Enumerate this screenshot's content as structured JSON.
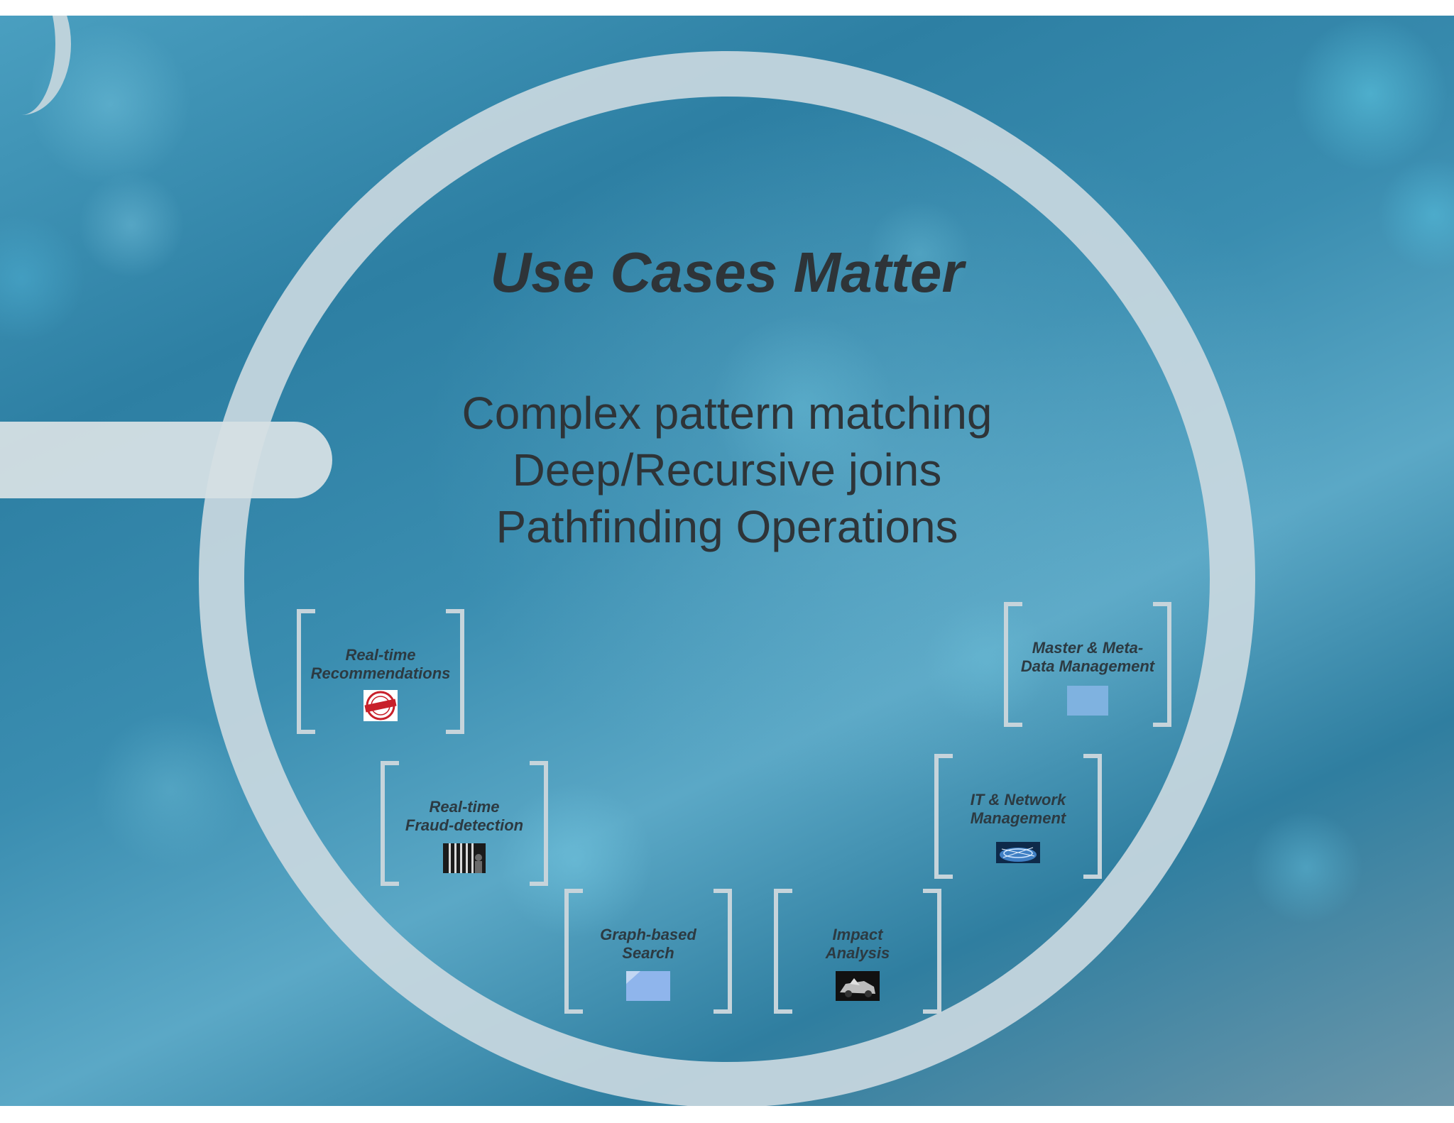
{
  "slide": {
    "title": "Use Cases Matter",
    "bullets": [
      "Complex pattern matching",
      "Deep/Recursive joins",
      "Pathfinding Operations"
    ]
  },
  "use_cases": [
    {
      "label": "Real-time\nRecommendations",
      "icon": "recommended-stamp-icon"
    },
    {
      "label": "Real-time\nFraud-detection",
      "icon": "jail-bars-icon"
    },
    {
      "label": "Graph-based\nSearch",
      "icon": "search-image-placeholder-icon"
    },
    {
      "label": "Impact\nAnalysis",
      "icon": "car-crash-photo-icon"
    },
    {
      "label": "IT & Network\nManagement",
      "icon": "network-globe-icon"
    },
    {
      "label": "Master & Meta-\nData Management",
      "icon": "data-image-placeholder-icon"
    }
  ],
  "colors": {
    "background": "#3a8db0",
    "ring": "#c9d8df",
    "text": "#2e3438"
  }
}
